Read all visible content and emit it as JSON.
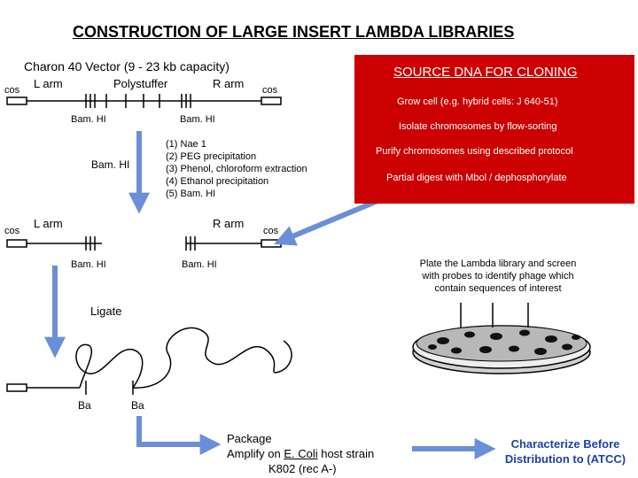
{
  "title": "CONSTRUCTION OF LARGE INSERT LAMBDA LIBRARIES",
  "vector": {
    "heading": "Charon 40 Vector (9 - 23 kb capacity)",
    "cos": "cos",
    "l_arm": "L  arm",
    "polystuffer": "Polystuffer",
    "r_arm": "R  arm",
    "bamhi": "Bam. HI",
    "bamhi_center": "Bam. HI"
  },
  "steps": {
    "s1": "(1) Nae 1",
    "s2": "(2) PEG precipitation",
    "s3": "(3) Phenol, chloroform extraction",
    "s4": "(4) Ethanol precipitation",
    "s5": "(5) Bam. HI"
  },
  "digested": {
    "cos": "cos",
    "l_arm": "L  arm",
    "r_arm": "R  arm",
    "bamhi": "Bam. HI"
  },
  "ligate": "Ligate",
  "ligated": {
    "ba": "Ba"
  },
  "source": {
    "heading": "SOURCE DNA FOR CLONING",
    "step1": "Grow cell (e.g. hybrid cells: J 640-51)",
    "step2": "Isolate chromosomes by flow-sorting",
    "step3": "Purify chromosomes using described protocol",
    "step4": "Partial digest with Mbol / dephosphorylate"
  },
  "plate": {
    "line1": "Plate the Lambda library and screen",
    "line2": "with probes to identify phage which",
    "line3": "contain sequences of interest"
  },
  "package": {
    "line1": "Package",
    "line2_pre": "Amplify on ",
    "line2_ecoli": "E. Coli",
    "line2_post": " host strain",
    "line3": "K802 (rec A-)"
  },
  "characterize": {
    "line1": "Characterize Before",
    "line2": "Distribution to (ATCC)"
  },
  "colors": {
    "arrow_blue": "#6a8fd8",
    "red_box": "#cc0000",
    "characterize_text": "#1f3fa8"
  }
}
